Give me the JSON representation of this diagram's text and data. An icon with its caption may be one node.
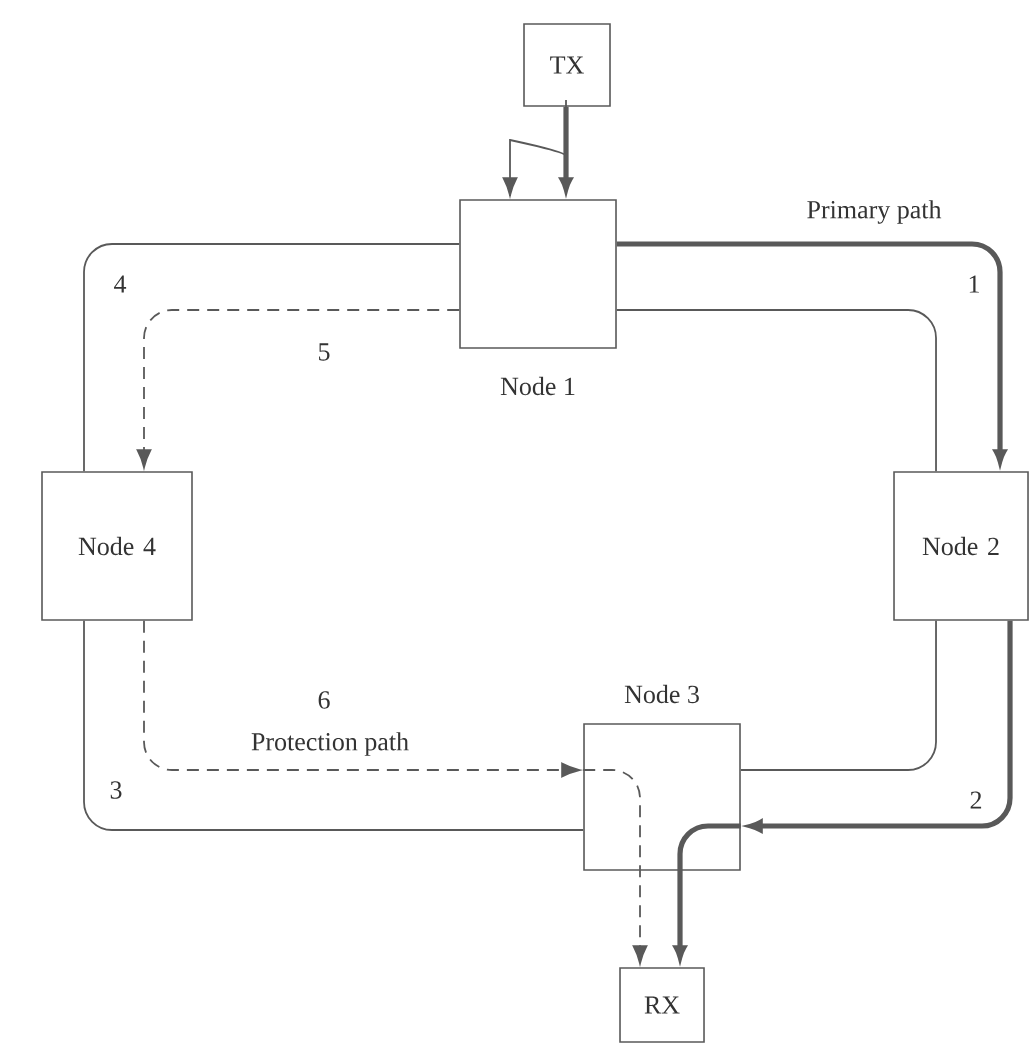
{
  "diagram": {
    "nodes": [
      {
        "text": [
          "TX"
        ]
      },
      {
        "text": [
          "Node 1"
        ]
      },
      {
        "text": [
          "Node 4"
        ]
      },
      {
        "text": [
          "Node 2"
        ]
      },
      {
        "text": [
          "Node 3"
        ]
      },
      {
        "text": [
          "RX"
        ]
      }
    ],
    "edges": [
      {
        "from": 0,
        "to": 1,
        "arrow": "to",
        "style": "thick"
      },
      {
        "from": 1,
        "to": 3,
        "arrow": "to",
        "style": "thick",
        "label": "1"
      },
      {
        "from": 3,
        "to": 4,
        "arrow": "to",
        "style": "thick",
        "label": "2"
      },
      {
        "from": 4,
        "to": 5,
        "arrow": "to",
        "style": "thick"
      },
      {
        "from": 0,
        "to": 1,
        "arrow": "to"
      },
      {
        "from": 1,
        "to": 2,
        "arrow": "to",
        "style": "dashed",
        "label": "5"
      },
      {
        "from": 2,
        "to": 4,
        "arrow": "to",
        "style": "dashed",
        "label": "6"
      },
      {
        "from": 4,
        "to": 5,
        "arrow": "to",
        "style": "dashed"
      },
      {
        "from": 1,
        "to": 2,
        "arrow": "none",
        "label": "4"
      },
      {
        "from": 1,
        "to": 3,
        "arrow": "none"
      },
      {
        "from": 3,
        "to": 4,
        "arrow": "none"
      },
      {
        "from": 2,
        "to": 4,
        "arrow": "none",
        "label": "3"
      }
    ],
    "labels": [
      "Primary path",
      "Protection path"
    ]
  }
}
